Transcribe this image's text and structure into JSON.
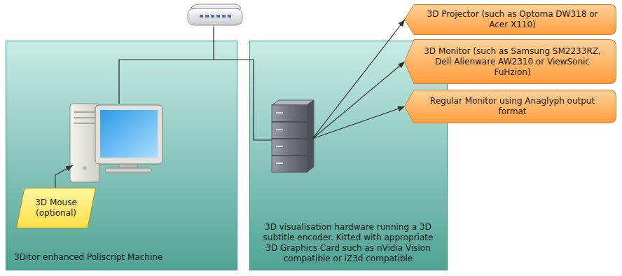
{
  "diagram": {
    "nodes": [
      {
        "text": [
          "3Ditor enhanced Poliscript Machine"
        ]
      },
      {
        "text": [
          "3D Mouse (optional)"
        ],
        "in": 0
      },
      {
        "text": [
          "3D visualisation hardware running a 3D subtitle encoder. Kitted with appropriate 3D Graphics Card such as nVidia Vision compatible or iZ3d compatible"
        ]
      },
      {
        "text": [
          "3D Projector (such as Optoma DW318 or Acer X110)"
        ]
      },
      {
        "text": [
          "3D Monitor (such as Samsung SM2233RZ, Dell Alienware AW2310 or ViewSonic FuHzion)"
        ]
      },
      {
        "text": [
          "Regular Monitor using Anaglyph output format"
        ]
      }
    ],
    "edges": [
      {
        "from": 2,
        "to": 3,
        "arrow": "to"
      },
      {
        "from": 2,
        "to": 4,
        "arrow": "to"
      },
      {
        "from": 2,
        "to": 5,
        "arrow": "to"
      }
    ]
  }
}
